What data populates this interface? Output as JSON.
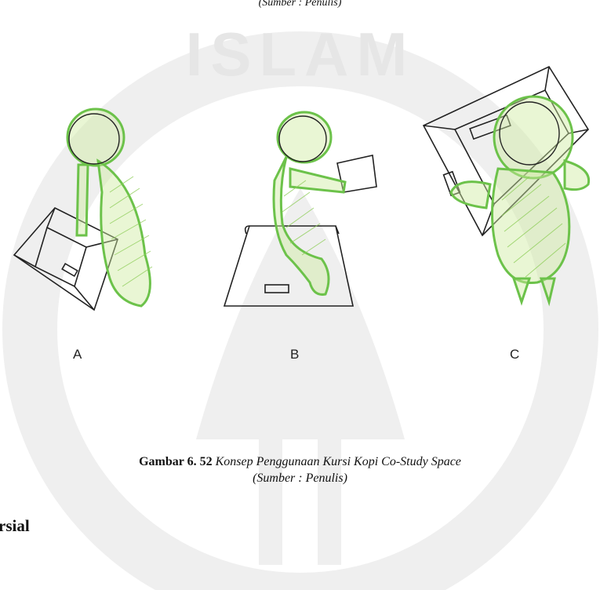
{
  "figure": {
    "top_source": "(Sumber : Penulis)",
    "sketch_labels": [
      "A",
      "B",
      "C"
    ],
    "caption_number": "Gambar 6. 52",
    "caption_title": "Konsep Penggunaan Kursi Kopi Co-Study Space",
    "caption_source": "(Sumber : Penulis)"
  },
  "section": {
    "heading_fragment": "rsial"
  },
  "watermark": {
    "text": "ISLAM",
    "color": "#e6e6e6"
  },
  "colors": {
    "sketch_stroke": "#222222",
    "sketch_fill": "#b8e07a",
    "sketch_outline_green": "#6cc24a"
  }
}
